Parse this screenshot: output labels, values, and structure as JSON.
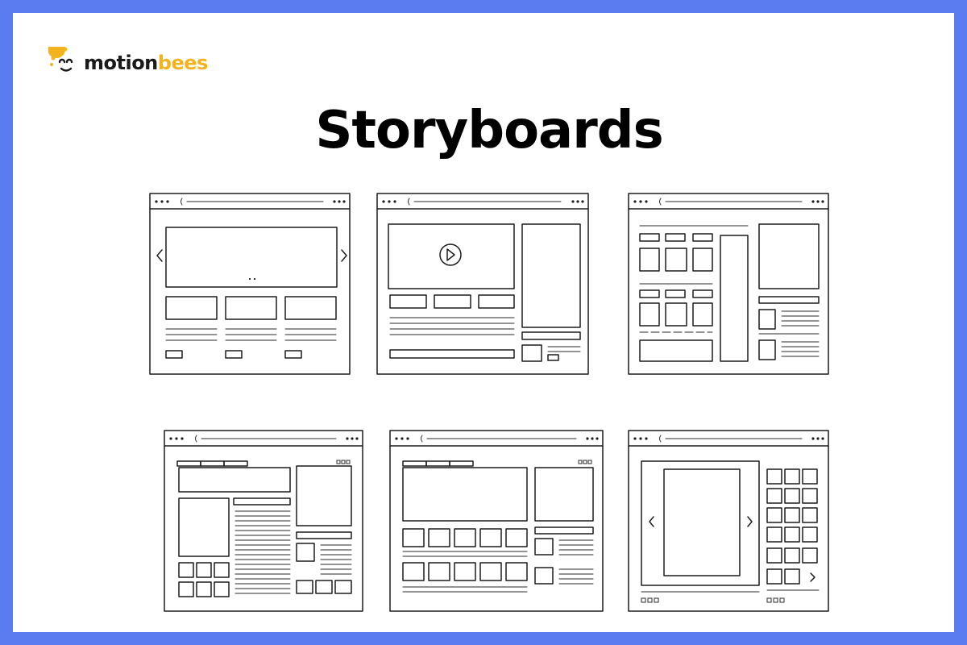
{
  "logo": {
    "part_a": "motion",
    "part_b": "bees",
    "icon": "bee-icon",
    "colors": {
      "text": "#1a1a1a",
      "accent": "#f2b31e"
    }
  },
  "title": "Storyboards",
  "colors": {
    "frame": "#5b7cf0",
    "background": "#ffffff",
    "ink": "#1c1c1c"
  },
  "wireframes": [
    {
      "name": "wireframe-carousel"
    },
    {
      "name": "wireframe-video"
    },
    {
      "name": "wireframe-grid"
    },
    {
      "name": "wireframe-article"
    },
    {
      "name": "wireframe-gallery"
    },
    {
      "name": "wireframe-slideshow"
    }
  ]
}
